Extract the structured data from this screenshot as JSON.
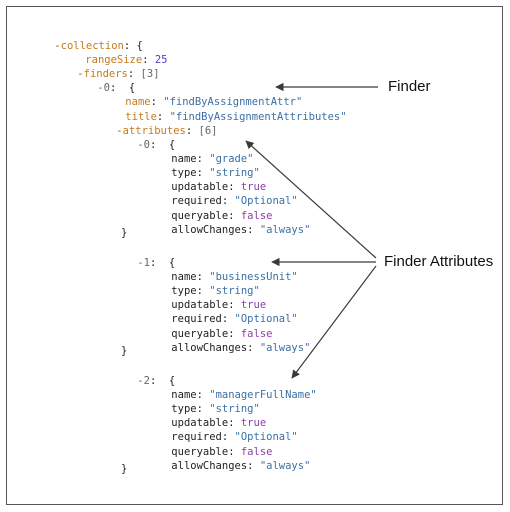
{
  "code": {
    "collection_key": "collection",
    "range_size_key": "rangeSize",
    "range_size_value": "25",
    "finders_key": "finders",
    "finders_count": "[3]",
    "finder_index": "0",
    "finder_name_key": "name",
    "finder_name_value": "\"findByAssignmentAttr\"",
    "finder_title_key": "title",
    "finder_title_value": "\"findByAssignmentAttributes\"",
    "attributes_key": "attributes",
    "attributes_count": "[6]",
    "attribute_keys": {
      "name": "name",
      "type": "type",
      "updatable": "updatable",
      "required": "required",
      "queryable": "queryable",
      "allow_changes": "allowChanges"
    },
    "attributes": [
      {
        "index": "0",
        "name": "\"grade\"",
        "type": "\"string\"",
        "updatable": "true",
        "required": "\"Optional\"",
        "queryable": "false",
        "allow_changes": "\"always\""
      },
      {
        "index": "1",
        "name": "\"businessUnit\"",
        "type": "\"string\"",
        "updatable": "true",
        "required": "\"Optional\"",
        "queryable": "false",
        "allow_changes": "\"always\""
      },
      {
        "index": "2",
        "name": "\"managerFullName\"",
        "type": "\"string\"",
        "updatable": "true",
        "required": "\"Optional\"",
        "queryable": "false",
        "allow_changes": "\"always\""
      }
    ]
  },
  "callouts": {
    "finder": "Finder",
    "finder_attributes": "Finder Attributes"
  }
}
